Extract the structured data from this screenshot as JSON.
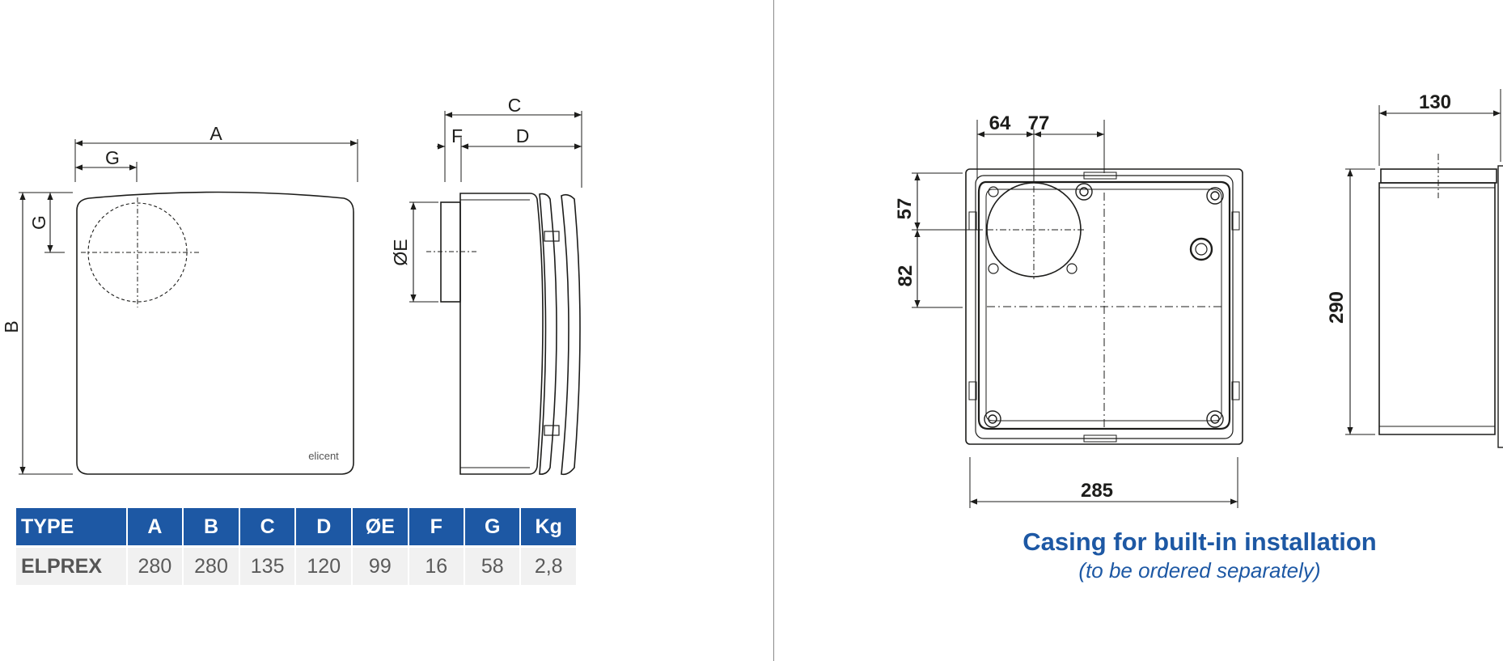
{
  "front_view": {
    "dim_A": "A",
    "dim_B": "B",
    "dim_G_horizontal": "G",
    "dim_G_vertical": "G",
    "logo": "elicent"
  },
  "side_view": {
    "dim_C": "C",
    "dim_D": "D",
    "dim_F": "F",
    "dim_E": "ØE"
  },
  "spec_table": {
    "headers": [
      "TYPE",
      "A",
      "B",
      "C",
      "D",
      "ØE",
      "F",
      "G",
      "Kg"
    ],
    "rows": [
      [
        "ELPREX",
        "280",
        "280",
        "135",
        "120",
        "99",
        "16",
        "58",
        "2,8"
      ]
    ]
  },
  "casing_front": {
    "dim_top_left": "64",
    "dim_top_right": "77",
    "dim_left_top": "57",
    "dim_left_bottom": "82",
    "dim_width": "285"
  },
  "casing_side": {
    "dim_depth": "130",
    "dim_height": "290"
  },
  "casing_caption": {
    "title": "Casing for built-in installation",
    "subtitle": "(to be ordered separately)"
  },
  "colors": {
    "brand_blue": "#1d58a4",
    "line": "#1d1d1b",
    "table_row_bg": "#f1f1f1"
  }
}
